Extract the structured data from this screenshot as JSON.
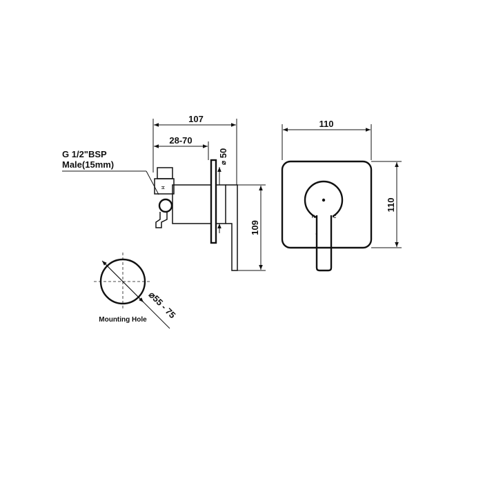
{
  "side_view": {
    "overall_length": "107",
    "adjustable_depth": "28-70",
    "plate_diameter": "50",
    "handle_height": "109",
    "inlet_label_line1": "G 1/2\"BSP",
    "inlet_label_line2": "Male(15mm)",
    "body_letter": "H",
    "diameter_symbol": "⌀"
  },
  "front_view": {
    "plate_width": "110",
    "plate_height": "110",
    "hot_label": "H",
    "cold_label": "C"
  },
  "mounting_hole": {
    "label": "Mounting Hole",
    "diameter_range": "⌀55 - 75"
  }
}
